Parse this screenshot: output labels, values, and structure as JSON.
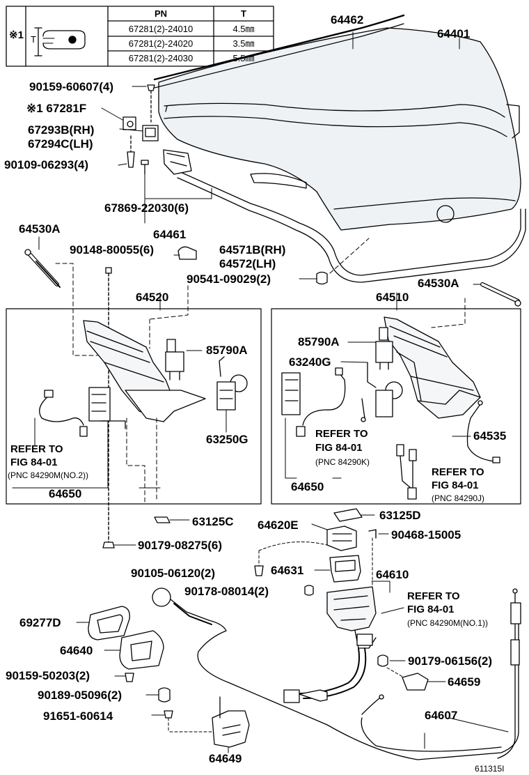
{
  "spec_table": {
    "mark": "※1",
    "headers": [
      "PN",
      "T"
    ],
    "rows": [
      {
        "pn": "67281(2)-24010",
        "t": "4.5㎜"
      },
      {
        "pn": "67281(2)-24020",
        "t": "3.5㎜"
      },
      {
        "pn": "67281(2)-24030",
        "t": "5.5㎜"
      }
    ],
    "dim_label": "T"
  },
  "labels": {
    "p64462": "64462",
    "p64401": "64401",
    "p90159_60607": "90159-60607(4)",
    "p67281F": "※1 67281F",
    "p67293B": "67293B(RH)",
    "p67294C": "67294C(LH)",
    "p90109_06293": "90109-06293(4)",
    "p67869_22030": "67869-22030(6)",
    "p64461": "64461",
    "p64530A_left": "64530A",
    "p90148_80055": "90148-80055(6)",
    "p64571B": "64571B(RH)",
    "p64572": "64572(LH)",
    "p90541_09029": "90541-09029(2)",
    "p64530A_right": "64530A",
    "p64520": "64520",
    "p64510": "64510",
    "p85790A_left": "85790A",
    "p85790A_right": "85790A",
    "p63240G": "63240G",
    "p63250G": "63250G",
    "p64535": "64535",
    "p64650_left": "64650",
    "p64650_right": "64650",
    "p63125C": "63125C",
    "p63125D": "63125D",
    "p64620E": "64620E",
    "p90468_15005": "90468-15005",
    "p90179_08275": "90179-08275(6)",
    "p90105_06120": "90105-06120(2)",
    "p64631": "64631",
    "p64610": "64610",
    "p90178_08014": "90178-08014(2)",
    "p69277D": "69277D",
    "p64640": "64640",
    "p90159_50203": "90159-50203(2)",
    "p90189_05096": "90189-05096(2)",
    "p91651_60614": "91651-60614",
    "p64649": "64649",
    "p90179_06156": "90179-06156(2)",
    "p64659": "64659",
    "p64607": "64607",
    "diagram_id": "611315I"
  },
  "refs": {
    "left_line1": "REFER TO",
    "left_line2": "FIG 84-01",
    "left_line3": "(PNC 84290M(NO.2))",
    "mid_line1": "REFER TO",
    "mid_line2": "FIG 84-01",
    "mid_line3": "(PNC 84290K)",
    "right_line1": "REFER TO",
    "right_line2": "FIG 84-01",
    "right_line3": "(PNC 84290J)",
    "lower_line1": "REFER TO",
    "lower_line2": "FIG 84-01",
    "lower_line3": "(PNC 84290M(NO.1))"
  },
  "colors": {
    "ink": "#000000",
    "fill": "#e8eef3",
    "paper": "#ffffff"
  }
}
